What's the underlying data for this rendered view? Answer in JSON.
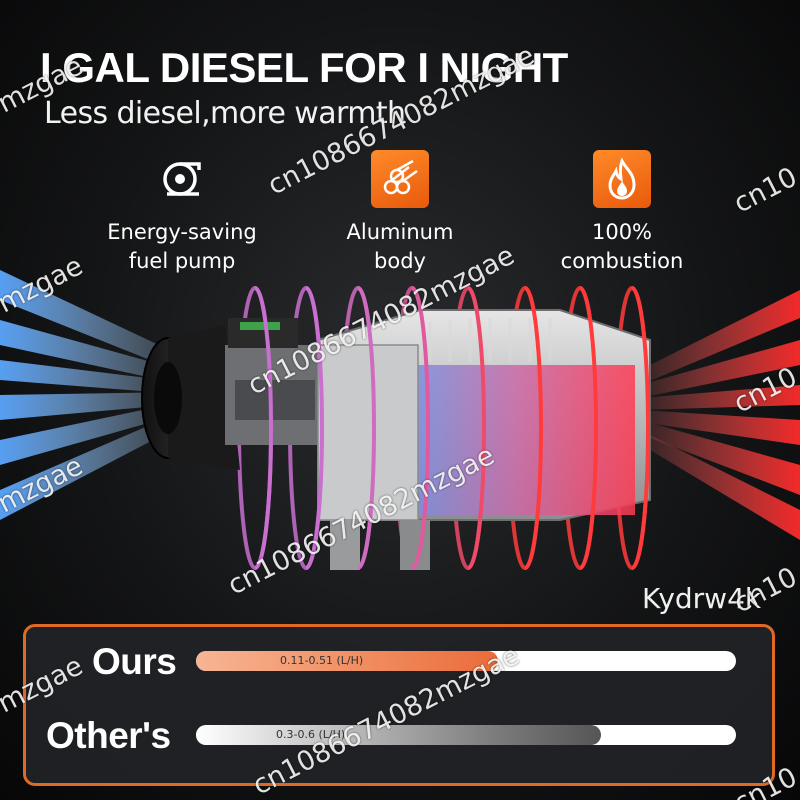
{
  "header": {
    "title": "I GAL DIESEL FOR I NIGHT",
    "subtitle": "Less diesel,more warmth"
  },
  "features": [
    {
      "icon": "fuel-pump-icon",
      "lines": [
        "Energy-saving",
        "fuel pump"
      ]
    },
    {
      "icon": "aluminum-bars-icon",
      "lines": [
        "Aluminum",
        "body"
      ]
    },
    {
      "icon": "flame-icon",
      "lines": [
        "100%",
        "combustion"
      ]
    }
  ],
  "brand": "Kydrw4k",
  "comparison": {
    "ours": {
      "label": "Ours",
      "value_text": "0.11-0.51 (L/H)",
      "fill_fraction": 0.56
    },
    "others": {
      "label": "Other's",
      "value_text": "0.3-0.6 (L/H)",
      "fill_fraction": 0.75
    }
  },
  "watermark": {
    "text_full": "cn1086674082mzgae",
    "text_left": "mzgae",
    "text_right": "cn10"
  },
  "colors": {
    "accent": "#e8651e",
    "cold_air": "#5aa6ff",
    "hot_air": "#ff2a2a",
    "ring_inlet": "#c86fd0",
    "ring_outlet": "#ff3b3b"
  }
}
